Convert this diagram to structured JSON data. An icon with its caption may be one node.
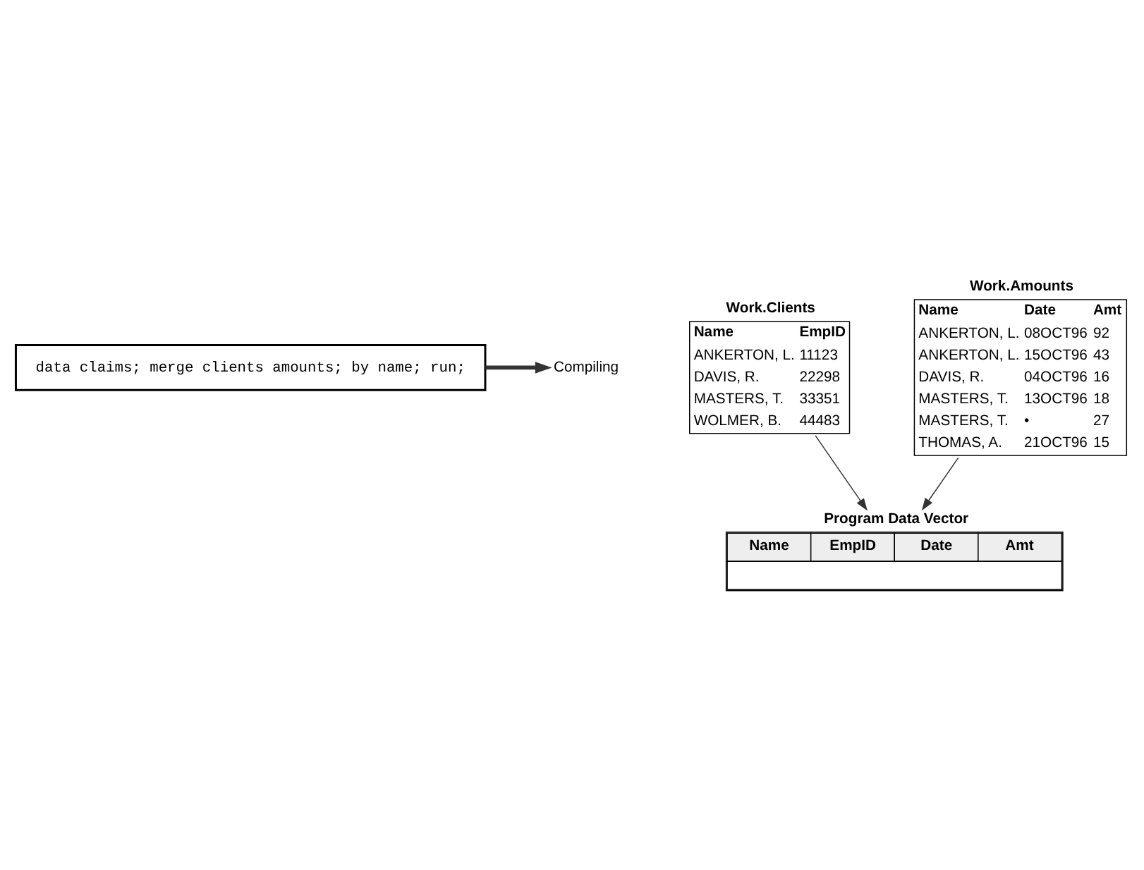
{
  "diagram": {
    "nodes": [
      {
        "text": [
          "data claims; merge clients amounts; by name; run;"
        ]
      },
      {
        "text": [
          "Compiling"
        ]
      },
      {
        "text": [
          "Work.Clients",
          "Name",
          "EmpID",
          "ANKERTON, L.",
          "11123",
          "DAVIS, R.",
          "22298",
          "MASTERS, T.",
          "33351",
          "WOLMER, B.",
          "44483"
        ]
      },
      {
        "text": [
          "Work.Amounts",
          "Name",
          "Date",
          "Amt",
          "ANKERTON, L.",
          "08OCT96",
          "92",
          "ANKERTON, L.",
          "15OCT96",
          "43",
          "DAVIS, R.",
          "04OCT96",
          "16",
          "MASTERS, T.",
          "13OCT96",
          "18",
          "MASTERS, T.",
          "•",
          "27",
          "THOMAS, A.",
          "21OCT96",
          "15"
        ]
      },
      {
        "text": [
          "Program Data Vector",
          "Name",
          "EmpID",
          "Date",
          "Amt"
        ]
      }
    ],
    "edges": [
      {
        "from": 0,
        "to": 1,
        "arrow": "to",
        "style": "thick"
      },
      {
        "from": 2,
        "to": 4,
        "arrow": "to"
      },
      {
        "from": 3,
        "to": 4,
        "arrow": "to"
      }
    ]
  }
}
